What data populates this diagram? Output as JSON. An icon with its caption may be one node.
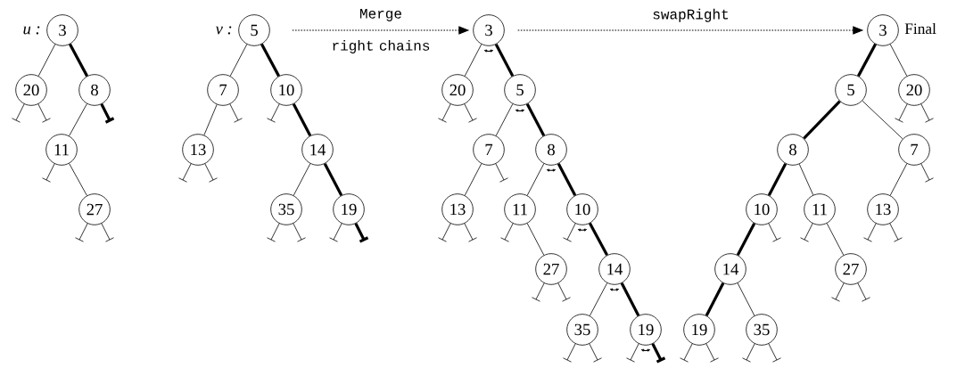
{
  "diagram": {
    "nodes": [
      {
        "text": [
          "3"
        ],
        "beside": [
          "u :"
        ]
      },
      {
        "text": [
          "20"
        ]
      },
      {
        "text": [
          "8"
        ]
      },
      {
        "text": [
          "11"
        ]
      },
      {
        "text": [
          "27"
        ]
      },
      {
        "text": [
          "5"
        ],
        "beside": [
          "v :"
        ]
      },
      {
        "text": [
          "7"
        ]
      },
      {
        "text": [
          "10"
        ]
      },
      {
        "text": [
          "13"
        ]
      },
      {
        "text": [
          "14"
        ]
      },
      {
        "text": [
          "35"
        ]
      },
      {
        "text": [
          "19"
        ]
      },
      {
        "text": [
          "3"
        ]
      },
      {
        "text": [
          "20"
        ]
      },
      {
        "text": [
          "5"
        ]
      },
      {
        "text": [
          "7"
        ]
      },
      {
        "text": [
          "8"
        ]
      },
      {
        "text": [
          "13"
        ]
      },
      {
        "text": [
          "11"
        ]
      },
      {
        "text": [
          "10"
        ]
      },
      {
        "text": [
          "27"
        ]
      },
      {
        "text": [
          "14"
        ]
      },
      {
        "text": [
          "35"
        ]
      },
      {
        "text": [
          "19"
        ]
      },
      {
        "text": [
          "3"
        ],
        "beside": [
          "Final"
        ]
      },
      {
        "text": [
          "5"
        ]
      },
      {
        "text": [
          "20"
        ]
      },
      {
        "text": [
          "8"
        ]
      },
      {
        "text": [
          "7"
        ]
      },
      {
        "text": [
          "10"
        ]
      },
      {
        "text": [
          "11"
        ]
      },
      {
        "text": [
          "13"
        ]
      },
      {
        "text": [
          "14"
        ]
      },
      {
        "text": [
          "27"
        ]
      },
      {
        "text": [
          "19"
        ]
      },
      {
        "text": [
          "35"
        ]
      }
    ],
    "edges": [
      {
        "from": 0,
        "to": 1,
        "arrow": "none"
      },
      {
        "from": 0,
        "to": 2,
        "arrow": "none",
        "style": "thick"
      },
      {
        "from": 2,
        "to": 3,
        "arrow": "none"
      },
      {
        "from": 3,
        "to": 4,
        "arrow": "none"
      },
      {
        "from": 5,
        "to": 6,
        "arrow": "none"
      },
      {
        "from": 5,
        "to": 7,
        "arrow": "none",
        "style": "thick"
      },
      {
        "from": 6,
        "to": 8,
        "arrow": "none"
      },
      {
        "from": 7,
        "to": 9,
        "arrow": "none",
        "style": "thick"
      },
      {
        "from": 9,
        "to": 10,
        "arrow": "none"
      },
      {
        "from": 9,
        "to": 11,
        "arrow": "none",
        "style": "thick"
      },
      {
        "from": 12,
        "to": 13,
        "arrow": "none"
      },
      {
        "from": 12,
        "to": 14,
        "arrow": "none",
        "style": "thick"
      },
      {
        "from": 14,
        "to": 15,
        "arrow": "none"
      },
      {
        "from": 14,
        "to": 16,
        "arrow": "none",
        "style": "thick"
      },
      {
        "from": 15,
        "to": 17,
        "arrow": "none"
      },
      {
        "from": 16,
        "to": 18,
        "arrow": "none"
      },
      {
        "from": 16,
        "to": 19,
        "arrow": "none",
        "style": "thick"
      },
      {
        "from": 18,
        "to": 20,
        "arrow": "none"
      },
      {
        "from": 19,
        "to": 21,
        "arrow": "none",
        "style": "thick"
      },
      {
        "from": 21,
        "to": 22,
        "arrow": "none"
      },
      {
        "from": 21,
        "to": 23,
        "arrow": "none",
        "style": "thick"
      },
      {
        "from": 24,
        "to": 25,
        "arrow": "none",
        "style": "thick"
      },
      {
        "from": 24,
        "to": 26,
        "arrow": "none"
      },
      {
        "from": 25,
        "to": 27,
        "arrow": "none",
        "style": "thick"
      },
      {
        "from": 25,
        "to": 28,
        "arrow": "none"
      },
      {
        "from": 27,
        "to": 29,
        "arrow": "none",
        "style": "thick"
      },
      {
        "from": 27,
        "to": 30,
        "arrow": "none"
      },
      {
        "from": 28,
        "to": 31,
        "arrow": "none"
      },
      {
        "from": 29,
        "to": 32,
        "arrow": "none",
        "style": "thick"
      },
      {
        "from": 30,
        "to": 33,
        "arrow": "none"
      },
      {
        "from": 32,
        "to": 34,
        "arrow": "none",
        "style": "thick"
      },
      {
        "from": 32,
        "to": 35,
        "arrow": "none"
      },
      {
        "from": 5,
        "to": 12,
        "arrow": "to",
        "style": "dashed",
        "label": "Merge right chains"
      },
      {
        "from": 12,
        "to": 24,
        "arrow": "to",
        "style": "dashed",
        "label": "swapRight"
      }
    ]
  }
}
